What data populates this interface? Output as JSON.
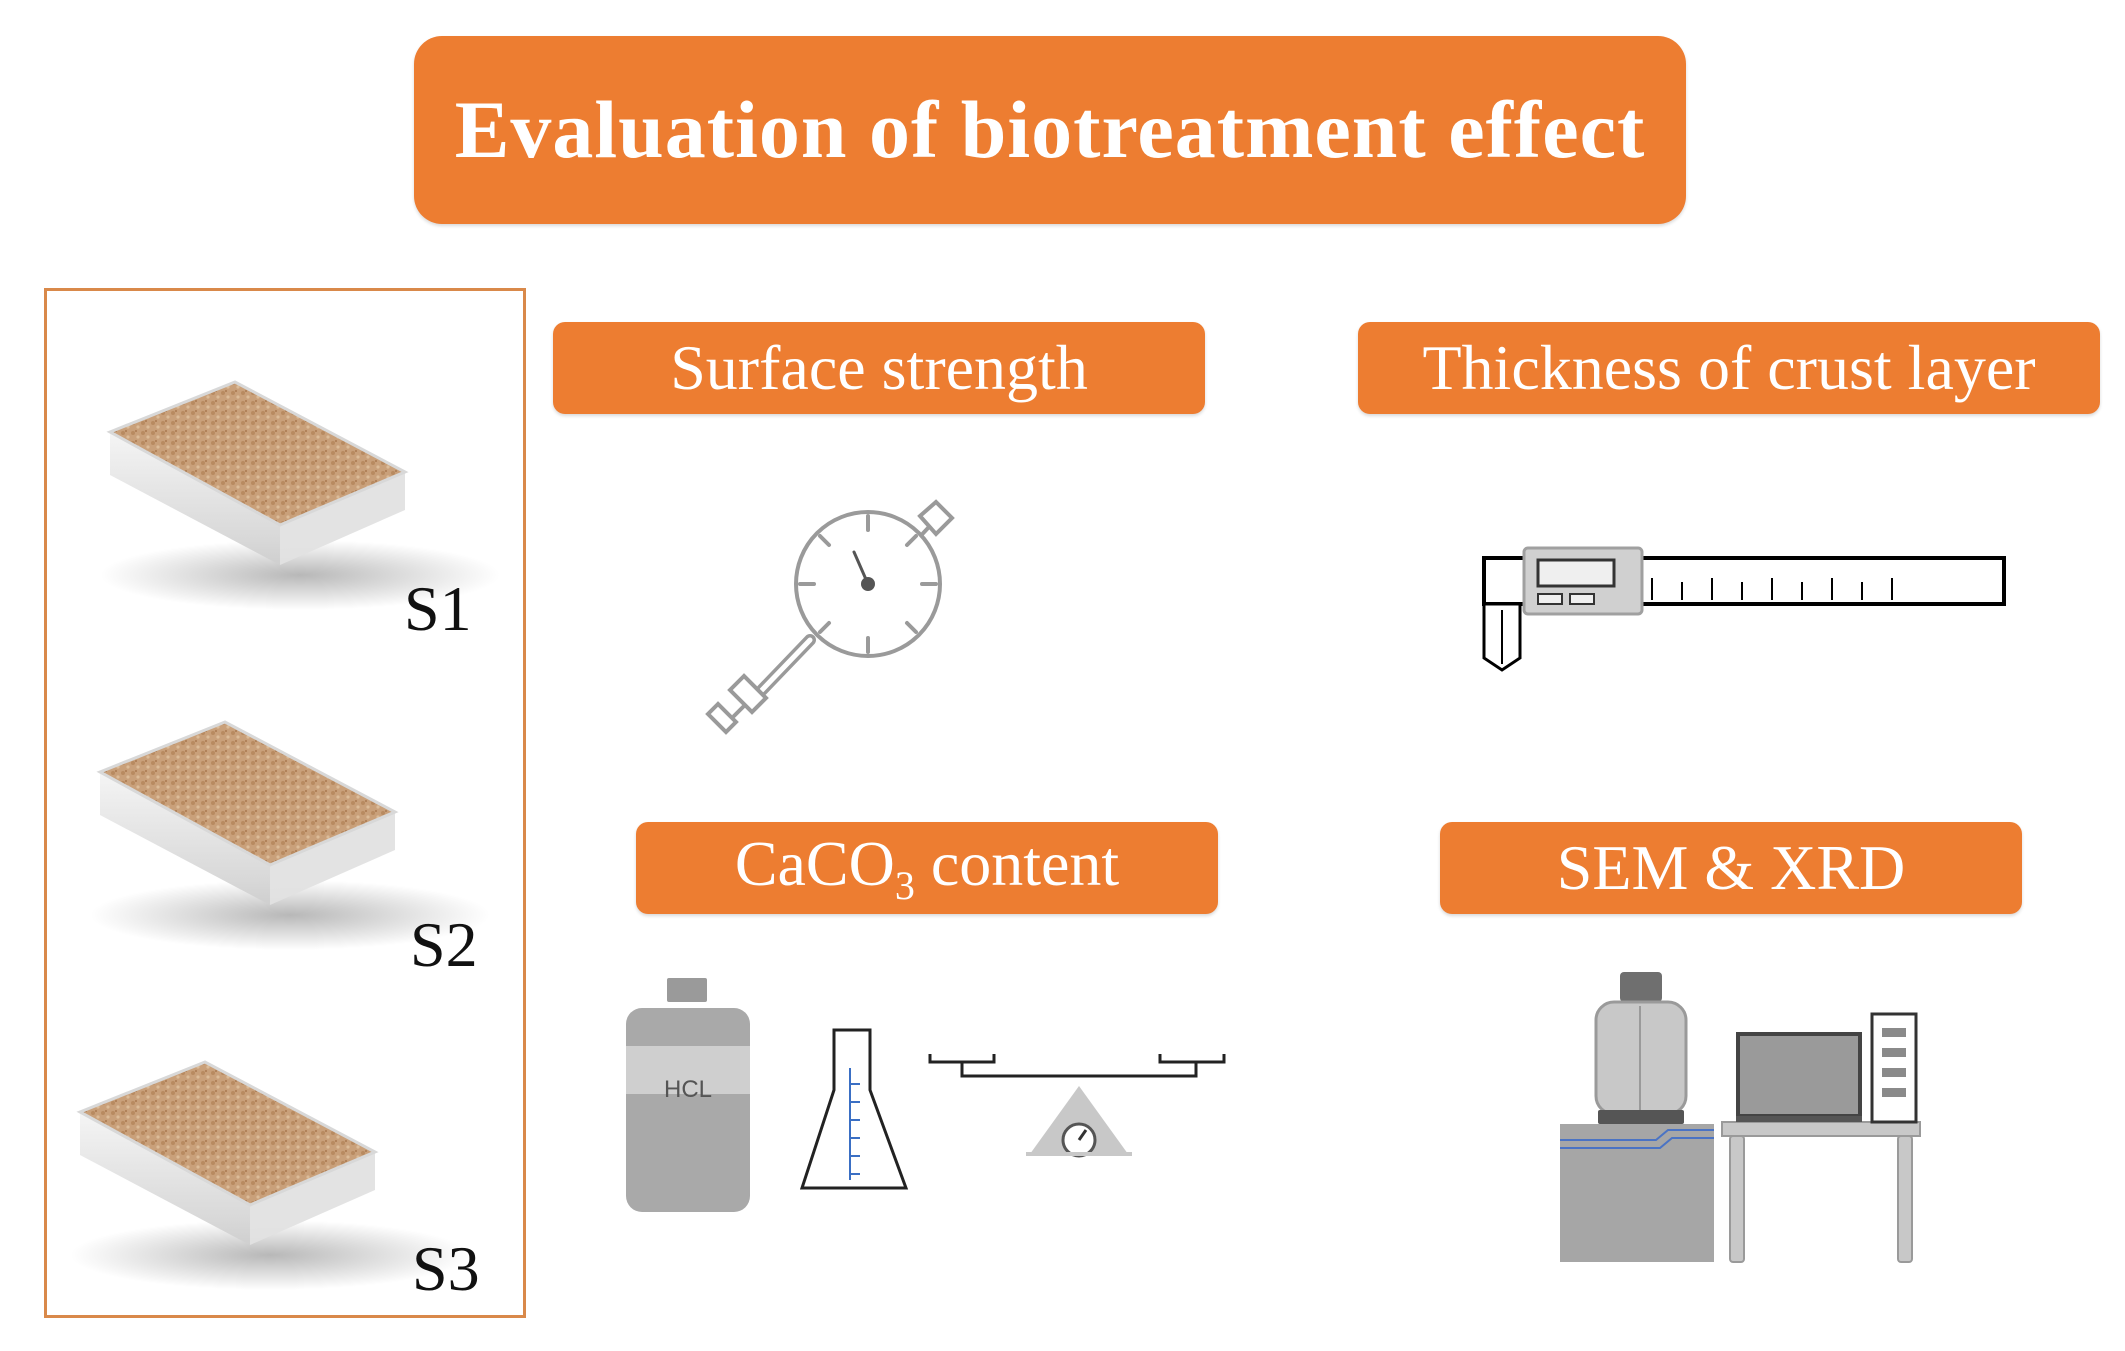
{
  "title": "Evaluation of biotreatment effect",
  "samples": [
    {
      "label": "S1"
    },
    {
      "label": "S2"
    },
    {
      "label": "S3"
    }
  ],
  "methods": {
    "surface_strength": {
      "label": "Surface strength",
      "icon": "penetrometer-icon"
    },
    "thickness": {
      "label": "Thickness of crust layer",
      "icon": "digital-caliper-icon"
    },
    "caco3": {
      "label_main": "CaCO",
      "label_sub": "3",
      "label_rest": " content",
      "icon": "hcl-bottle-flask-balance-icon",
      "bottle_label": "HCL"
    },
    "sem_xrd": {
      "label": "SEM & XRD",
      "icon": "microscope-workstation-icon"
    }
  },
  "colors": {
    "accent": "#ED7D31",
    "frame": "#D9894A",
    "icon_gray": "#A6A6A6"
  }
}
